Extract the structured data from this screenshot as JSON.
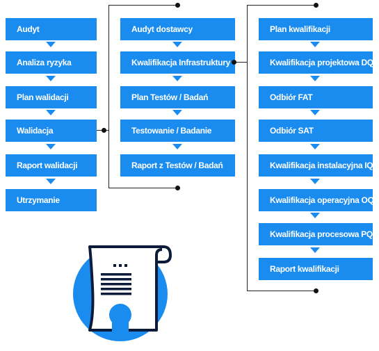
{
  "columns": [
    {
      "items": [
        "Audyt",
        "Analiza ryzyka",
        "Plan walidacji",
        "Walidacja",
        "Raport walidacji",
        "Utrzymanie"
      ]
    },
    {
      "items": [
        "Audyt dostawcy",
        "Kwalifikacja Infrastruktury",
        "Plan Testów / Badań",
        "Testowanie / Badanie",
        "Raport z Testów / Badań"
      ]
    },
    {
      "items": [
        "Plan kwalifikacji",
        "Kwalifikacja projektowa DQ",
        "Odbiór FAT",
        "Odbiór SAT",
        "Kwalifikacja instalacyjna IQ",
        "Kwalifikacja operacyjna OQ",
        "Kwalifikacja procesowa PQ",
        "Raport kwalifikacji"
      ]
    }
  ],
  "colors": {
    "box": "#1a8cf0",
    "text": "#ffffff",
    "line": "#222222",
    "icon_dark": "#0d1b3a"
  },
  "icon": "certificate-scroll-icon"
}
